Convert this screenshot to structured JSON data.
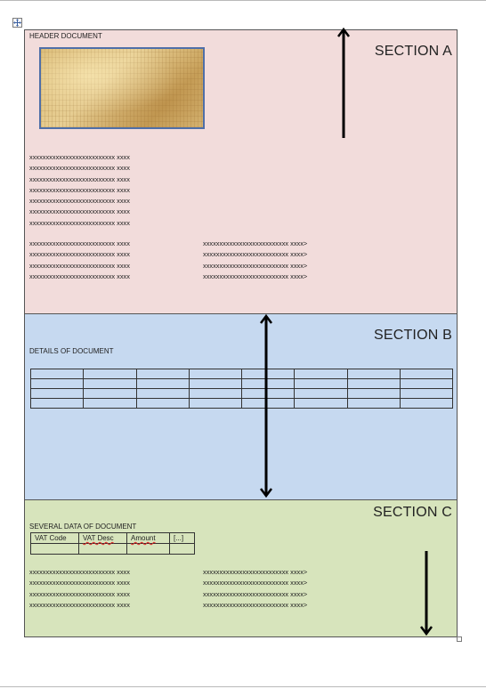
{
  "section_a": {
    "title": "SECTION A",
    "header_label": "HEADER DOCUMENT",
    "left_lines": [
      "xxxxxxxxxxxxxxxxxxxxxxxxxx xxxx",
      "xxxxxxxxxxxxxxxxxxxxxxxxxx xxxx",
      "xxxxxxxxxxxxxxxxxxxxxxxxxx xxxx",
      "xxxxxxxxxxxxxxxxxxxxxxxxxx xxxx",
      "xxxxxxxxxxxxxxxxxxxxxxxxxx xxxx",
      "xxxxxxxxxxxxxxxxxxxxxxxxxx xxxx",
      "xxxxxxxxxxxxxxxxxxxxxxxxxx xxxx"
    ],
    "bottom_left_lines": [
      "xxxxxxxxxxxxxxxxxxxxxxxxxx xxxx",
      "xxxxxxxxxxxxxxxxxxxxxxxxxx xxxx",
      "xxxxxxxxxxxxxxxxxxxxxxxxxx xxxx",
      "xxxxxxxxxxxxxxxxxxxxxxxxxx xxxx"
    ],
    "bottom_right_lines": [
      "xxxxxxxxxxxxxxxxxxxxxxxxxx xxxx>",
      "xxxxxxxxxxxxxxxxxxxxxxxxxx xxxx>",
      "xxxxxxxxxxxxxxxxxxxxxxxxxx xxxx>",
      "xxxxxxxxxxxxxxxxxxxxxxxxxx xxxx>"
    ]
  },
  "section_b": {
    "title": "SECTION B",
    "details_label": "DETAILS OF DOCUMENT",
    "table": {
      "rows": 4,
      "cols": 8
    }
  },
  "section_c": {
    "title": "SECTION C",
    "label": "SEVERAL DATA OF DOCUMENT",
    "vat_headers": [
      "VAT Code",
      "VAT Desc",
      "Amount",
      "[...]"
    ],
    "left_lines": [
      "xxxxxxxxxxxxxxxxxxxxxxxxxx xxxx",
      "xxxxxxxxxxxxxxxxxxxxxxxxxx xxxx",
      "xxxxxxxxxxxxxxxxxxxxxxxxxx xxxx",
      "xxxxxxxxxxxxxxxxxxxxxxxxxx xxxx"
    ],
    "right_lines": [
      "xxxxxxxxxxxxxxxxxxxxxxxxxx xxxx>",
      "xxxxxxxxxxxxxxxxxxxxxxxxxx xxxx>",
      "xxxxxxxxxxxxxxxxxxxxxxxxxx xxxx>",
      "xxxxxxxxxxxxxxxxxxxxxxxxxx xxxx>"
    ]
  },
  "colors": {
    "section_a_bg": "#f2dcdb",
    "section_b_bg": "#c6d9f0",
    "section_c_bg": "#d7e4bc",
    "image_border": "#4f6fa8"
  },
  "icons": {
    "move_handle": "move-handle-icon",
    "resize_handle": "resize-handle-icon",
    "arrows": [
      "arrow-up-icon",
      "arrow-up-down-icon",
      "arrow-down-icon"
    ]
  }
}
